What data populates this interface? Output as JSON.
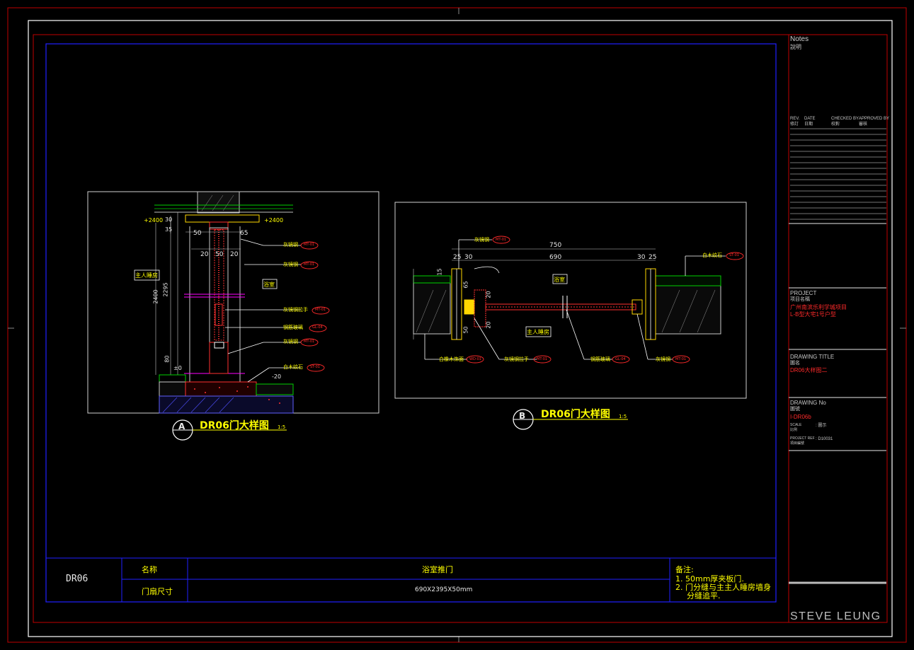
{
  "colors": {
    "background": "#000000",
    "frame_red": "#c00000",
    "frame_white": "#ffffff",
    "border_blue": "#2020ff",
    "text_yellow": "#ffff00",
    "text_red": "#ff2a2a",
    "text_white": "#e8e8e8"
  },
  "title_block": {
    "notes_en": "Notes",
    "notes_cn": "說明",
    "rev_headers": [
      "REV.",
      "DATE",
      "CHECKED BY",
      "APPROVED BY"
    ],
    "rev_headers_cn": [
      "修訂",
      "日期",
      "校對",
      "審核"
    ],
    "project_en": "PROJECT",
    "project_cn": "项目名稱",
    "project_name_1": "广州南滨乐利学城项目",
    "project_name_2": "L-B型大宅1号户型",
    "drawing_title_en": "DRAWING TITLE",
    "drawing_title_cn": "圖名",
    "drawing_title_value": "DR06大样图二",
    "drawing_no_en": "DRAWING No",
    "drawing_no_cn": "圖號",
    "drawing_no_value": "I-DR06b",
    "scale_en": "SCALE",
    "scale_cn": "比例",
    "scale_value": ": 圖示",
    "project_ref_en": "PROJECT REF",
    "project_ref_cn": "項目編號",
    "project_ref_value": ": D10031",
    "brand": "STEVE LEUNG"
  },
  "detail_a": {
    "marker": "A",
    "title": "DR06门大样图",
    "scale": "1:5",
    "dims": {
      "top_left": "+2400",
      "top_right": "+2400",
      "d30": "30",
      "d35": "35",
      "d50a": "50",
      "d65": "65",
      "d20a": "20",
      "d50b": "50",
      "d20b": "20",
      "d2295": "2295",
      "d2400": "2400",
      "d80": "80",
      "zero": "±0",
      "minus20": "-20"
    },
    "room_left": "主人睡房",
    "room_right": "浴室",
    "callouts": [
      {
        "text": "灰镜钢",
        "code": "MT-01"
      },
      {
        "text": "灰镜钢",
        "code": "MT-01"
      },
      {
        "text": "灰镜钢拉手",
        "code": "MT-01"
      },
      {
        "text": "钢筋玻璃",
        "code": "GL-04"
      },
      {
        "text": "灰镜钢",
        "code": "MT-01"
      },
      {
        "text": "白木纹石",
        "code": "ST-01"
      }
    ]
  },
  "detail_b": {
    "marker": "B",
    "title": "DR06门大样图",
    "scale": "1:5",
    "dims": {
      "d750": "750",
      "d690": "690",
      "d25a": "25",
      "d30a": "30",
      "d30b": "30",
      "d25b": "25",
      "d15": "15",
      "d65": "65",
      "d50": "50",
      "d20a": "20",
      "d20b": "20"
    },
    "room_top": "浴室",
    "room_bottom": "主人睡房",
    "callouts_top": [
      {
        "text": "灰镜钢",
        "code": "MT-01"
      },
      {
        "text": "白木纹石",
        "code": "ST-01"
      }
    ],
    "callouts_bottom": [
      {
        "text": "白橡木饰面",
        "code": "WD-01"
      },
      {
        "text": "灰镜钢拉手",
        "code": "MT-01"
      },
      {
        "text": "钢筋玻璃",
        "code": "GL-04"
      },
      {
        "text": "灰镜钢",
        "code": "MT-01"
      }
    ]
  },
  "schedule": {
    "code": "DR06",
    "name_label": "名称",
    "name_value": "浴室推门",
    "size_label": "门扇尺寸",
    "size_value": "690X2395X50mm",
    "remarks_label": "备注:",
    "remark_1": "1. 50mm厚夹板门.",
    "remark_2a": "2. 门分缝与主主人睡房墙身",
    "remark_2b": "分缝追平."
  }
}
